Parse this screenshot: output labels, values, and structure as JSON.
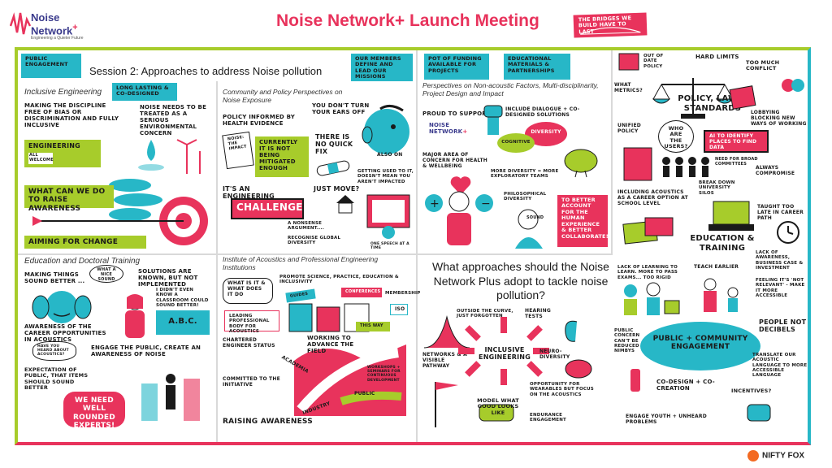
{
  "header": {
    "logo_line1": "Noise",
    "logo_line2": "Network",
    "logo_plus": "+",
    "logo_tagline": "Engineering a Quieter Future",
    "title": "Noise Network+ Launch Meeting",
    "bridge_note": "THE BRIDGES WE BUILD HAVE TO LAST"
  },
  "session": {
    "title": "Session 2: Approaches to address Noise pollution",
    "tag_public": "PUBLIC ENGAGEMENT",
    "tag_members": "OUR MEMBERS DEFINE AND LEAD OUR MISSIONS",
    "tag_funding": "POT OF FUNDING AVAILABLE FOR PROJECTS",
    "tag_materials": "EDUCATIONAL MATERIALS & PARTNERSHIPS"
  },
  "panel_inclusive": {
    "title": "Inclusive Engineering",
    "note_longlasting": "LONG LASTING & CO-DESIGNED",
    "t1": "MAKING THE DISCIPLINE FREE OF BIAS OR DISCRIMINATION AND FULLY INCLUSIVE",
    "t2": "NOISE NEEDS TO BE TREATED AS A SERIOUS ENVIRONMENTAL CONCERN",
    "engineering": "ENGINEERING",
    "all_welcome": "ALL WELCOME",
    "question": "WHAT CAN WE DO TO RAISE AWARENESS",
    "aiming": "AIMING FOR CHANGE"
  },
  "panel_community": {
    "title": "Community and Policy Perspectives on Noise Exposure",
    "t1": "POLICY INFORMED BY HEALTH EVIDENCE",
    "t2": "YOU DON'T TURN YOUR EARS OFF",
    "book": "NOISE: THE IMPACT",
    "t3": "CURRENTLY IT IS NOT BEING MITIGATED ENOUGH",
    "t4": "THERE IS NO QUICK FIX",
    "t5": "ALSO ON",
    "t6": "GETTING USED TO IT, DOESN'T MEAN YOU AREN'T IMPACTED",
    "t7": "IT'S AN ENGINEERING",
    "t8": "JUST MOVE?",
    "challenge": "CHALLENGE!",
    "t9": "A NONSENSE ARGUMENT....",
    "t10": "RECOGNISE GLOBAL DIVERSITY",
    "t11": "ONE SPEECH AT A TIME"
  },
  "panel_education": {
    "title": "Education and Doctoral Training",
    "t1": "MAKING THINGS SOUND BETTER ...",
    "bubble1": "WHAT A NICE SOUND",
    "t2": "SOLUTIONS ARE KNOWN, BUT NOT IMPLEMENTED",
    "bubble2": "I DIDN'T EVEN KNOW A CLASSROOM COULD SOUND BETTER!",
    "board": "A.B.C.",
    "t3": "AWARENESS OF THE CAREER OPPORTUNITIES IN ACOUSTICS",
    "bubble3": "HAVE YOU HEARD ABOUT ACOUSTICS?",
    "t4": "ENGAGE THE PUBLIC, CREATE AN AWARENESS OF NOISE",
    "t5": "EXPECTATION OF PUBLIC, THAT ITEMS SHOULD SOUND BETTER",
    "t6": "WE NEED WELL ROUNDED EXPERTS!"
  },
  "panel_institute": {
    "title": "Institute of Acoustics and Professional Engineering Institutions",
    "t1": "WHAT IS IT & WHAT DOES IT DO",
    "t2": "PROMOTE SCIENCE, PRACTICE, EDUCATION & INCLUSIVITY",
    "t3": "LEADING PROFESSIONAL BODY FOR ACOUSTICS",
    "guides": "GUIDES",
    "conferences": "CONFERENCES",
    "membership": "MEMBERSHIP",
    "iso": "ISO",
    "this_way": "THIS WAY",
    "t4": "CHARTERED ENGINEER STATUS",
    "t5": "WORKING TO ADVANCE THE FIELD",
    "academia": "ACADEMIA",
    "t6": "WORKSHOPS + SEMINARS FOR CONTINUOUS DEVELOPMENT",
    "t7": "COMMITTED TO THE INITIATIVE",
    "public": "PUBLIC",
    "industry": "INDUSTRY",
    "t8": "RAISING AWARENESS"
  },
  "panel_nonacoustic": {
    "title": "Perspectives on Non-acoustic Factors, Multi-disciplinarity, Project Design and Impact",
    "t1": "PROUD TO SUPPORT",
    "t2": "INCLUDE DIALOGUE + CO-DESIGNED SOLUTIONS",
    "diversity": "DIVERSITY",
    "cognitive": "COGNITIVE",
    "t3": "MAJOR AREA OF CONCERN FOR HEALTH & WELLBEING",
    "t4": "MORE DIVERSITY = MORE EXPLORATORY TEAMS",
    "t5": "PHILOSOPHICAL DIVERSITY",
    "t6": "TO BETTER ACCOUNT FOR THE HUMAN EXPERIENCE & BETTER COLLABORATE!",
    "sound": "SOUND"
  },
  "panel_policy": {
    "t1": "OUT OF DATE POLICY",
    "t2": "HARD LIMITS",
    "t3": "TOO MUCH CONFLICT",
    "t4": "WHAT METRICS?",
    "t5": "POLICY, LAW & STANDARDS",
    "t6": "LOBBYING BLOCKING NEW WAYS OF WORKING",
    "t7": "UNIFIED POLICY",
    "t8": "WHO ARE THE USERS?",
    "t9": "AI TO IDENTIFY PLACES TO FIND DATA",
    "t10": "NEED FOR BROAD COMMITTEES",
    "t11": "ALWAYS COMPROMISE",
    "t12": "INCLUDING ACOUSTICS AS A CAREER OPTION AT SCHOOL LEVEL",
    "t13": "BREAK DOWN UNIVERSITY SILOS",
    "t14": "TAUGHT TOO LATE IN CAREER PATH",
    "t15": "EDUCATION & TRAINING",
    "t16": "LACK OF AWARENESS, BUSINESS CASE & INVESTMENT"
  },
  "panel_approaches": {
    "question": "What approaches should the Noise Network Plus adopt to tackle noise pollution?",
    "t1": "OUTSIDE THE CURVE, JUST FORGOTTEN",
    "t2": "HEARING TESTS",
    "t3": "NETWORKS & A VISIBLE PATHWAY",
    "t4": "INCLUSIVE ENGINEERING",
    "t5": "NEURO-DIVERSITY",
    "t6": "OPPORTUNITY FOR WEARABLES BUT FOCUS ON THE ACOUSTICS",
    "t7": "MODEL WHAT GOOD LOOKS LIKE",
    "t8": "ENDURANCE ENGAGEMENT",
    "t9": "LACK OF LEARNING TO LEARN. MORE TO PASS EXAMS... TOO RIGID",
    "t10": "TEACH EARLIER",
    "t11": "FEELING IT'S 'NOT RELEVANT' - MAKE IT MORE ACCESSIBLE",
    "t12": "PUBLIC CONCERN CAN'T BE REDUCED TO NIMBYS",
    "t13": "PUBLIC + COMMUNITY ENGAGEMENT",
    "t14": "PEOPLE NOT DECIBELS",
    "t15": "TRANSLATE OUR ACOUSTIC LANGUAGE TO MORE ACCESSIBLE LANGUAGE",
    "t16": "CO-DESIGN + CO-CREATION",
    "t17": "INCENTIVES?",
    "t18": "ENGAGE YOUTH + UNHEARD PROBLEMS"
  },
  "footer": {
    "brand": "NIFTY FOX"
  },
  "colors": {
    "pink": "#e8335c",
    "green": "#a7cc2b",
    "cyan": "#27b7c7",
    "navy": "#3a3a8c"
  }
}
